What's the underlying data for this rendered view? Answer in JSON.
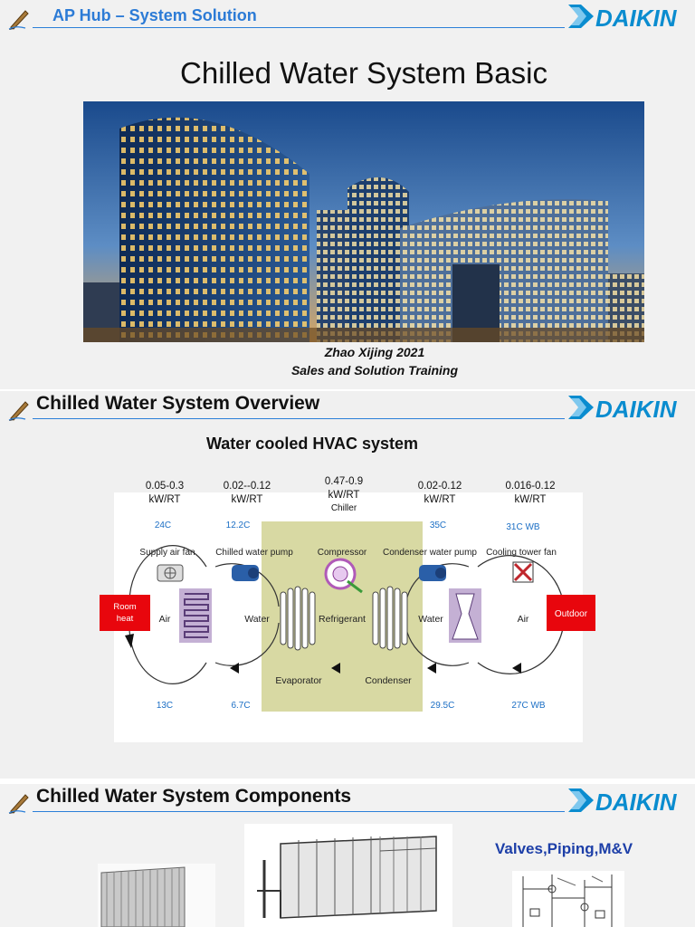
{
  "slide1": {
    "header_title": "AP Hub – System Solution",
    "logo": "DAIKIN",
    "title": "Chilled Water System Basic",
    "byline_line1": "Zhao Xijing  2021",
    "byline_line2": "Sales and Solution Training"
  },
  "slide2": {
    "header_title": "Chilled Water System Overview",
    "logo": "DAIKIN",
    "subtitle": "Water cooled HVAC system",
    "diagram": {
      "power": [
        {
          "value": "0.05-0.3",
          "unit": "kW/RT"
        },
        {
          "value": "0.02--0.12",
          "unit": "kW/RT"
        },
        {
          "value": "0.47-0.9",
          "unit": "kW/RT",
          "extra": "Chiller"
        },
        {
          "value": "0.02-0.12",
          "unit": "kW/RT"
        },
        {
          "value": "0.016-0.12",
          "unit": "kW/RT"
        }
      ],
      "temps_top": [
        "24C",
        "12.2C",
        "35C",
        "31C WB"
      ],
      "temps_bottom": [
        "13C",
        "6.7C",
        "29.5C",
        "27C WB"
      ],
      "components": [
        "Supply air fan",
        "Chilled water pump",
        "Compressor",
        "Condenser water pump",
        "Cooling tower fan"
      ],
      "media": [
        "Air",
        "Water",
        "Refrigerant",
        "Water",
        "Air"
      ],
      "hx_labels": [
        "Evaporator",
        "Condenser"
      ],
      "room_heat": [
        "Room",
        "heat"
      ],
      "outdoor": "Outdoor"
    }
  },
  "slide3": {
    "header_title": "Chilled Water System Components",
    "logo": "DAIKIN",
    "valves_label": "Valves,Piping,M&V"
  },
  "colors": {
    "accent_blue": "#2c7bd6",
    "daikin_blue": "#0a8ccf",
    "chiller_bg": "#d8d9a3",
    "box_red": "#e8060d",
    "coil_purple": "#c4b0d4",
    "temp_blue": "#1c6fc5"
  },
  "icons": [
    "pencil-icon",
    "daikin-logo-icon",
    "fan-icon",
    "pump-icon",
    "compressor-icon",
    "tower-fan-icon"
  ]
}
